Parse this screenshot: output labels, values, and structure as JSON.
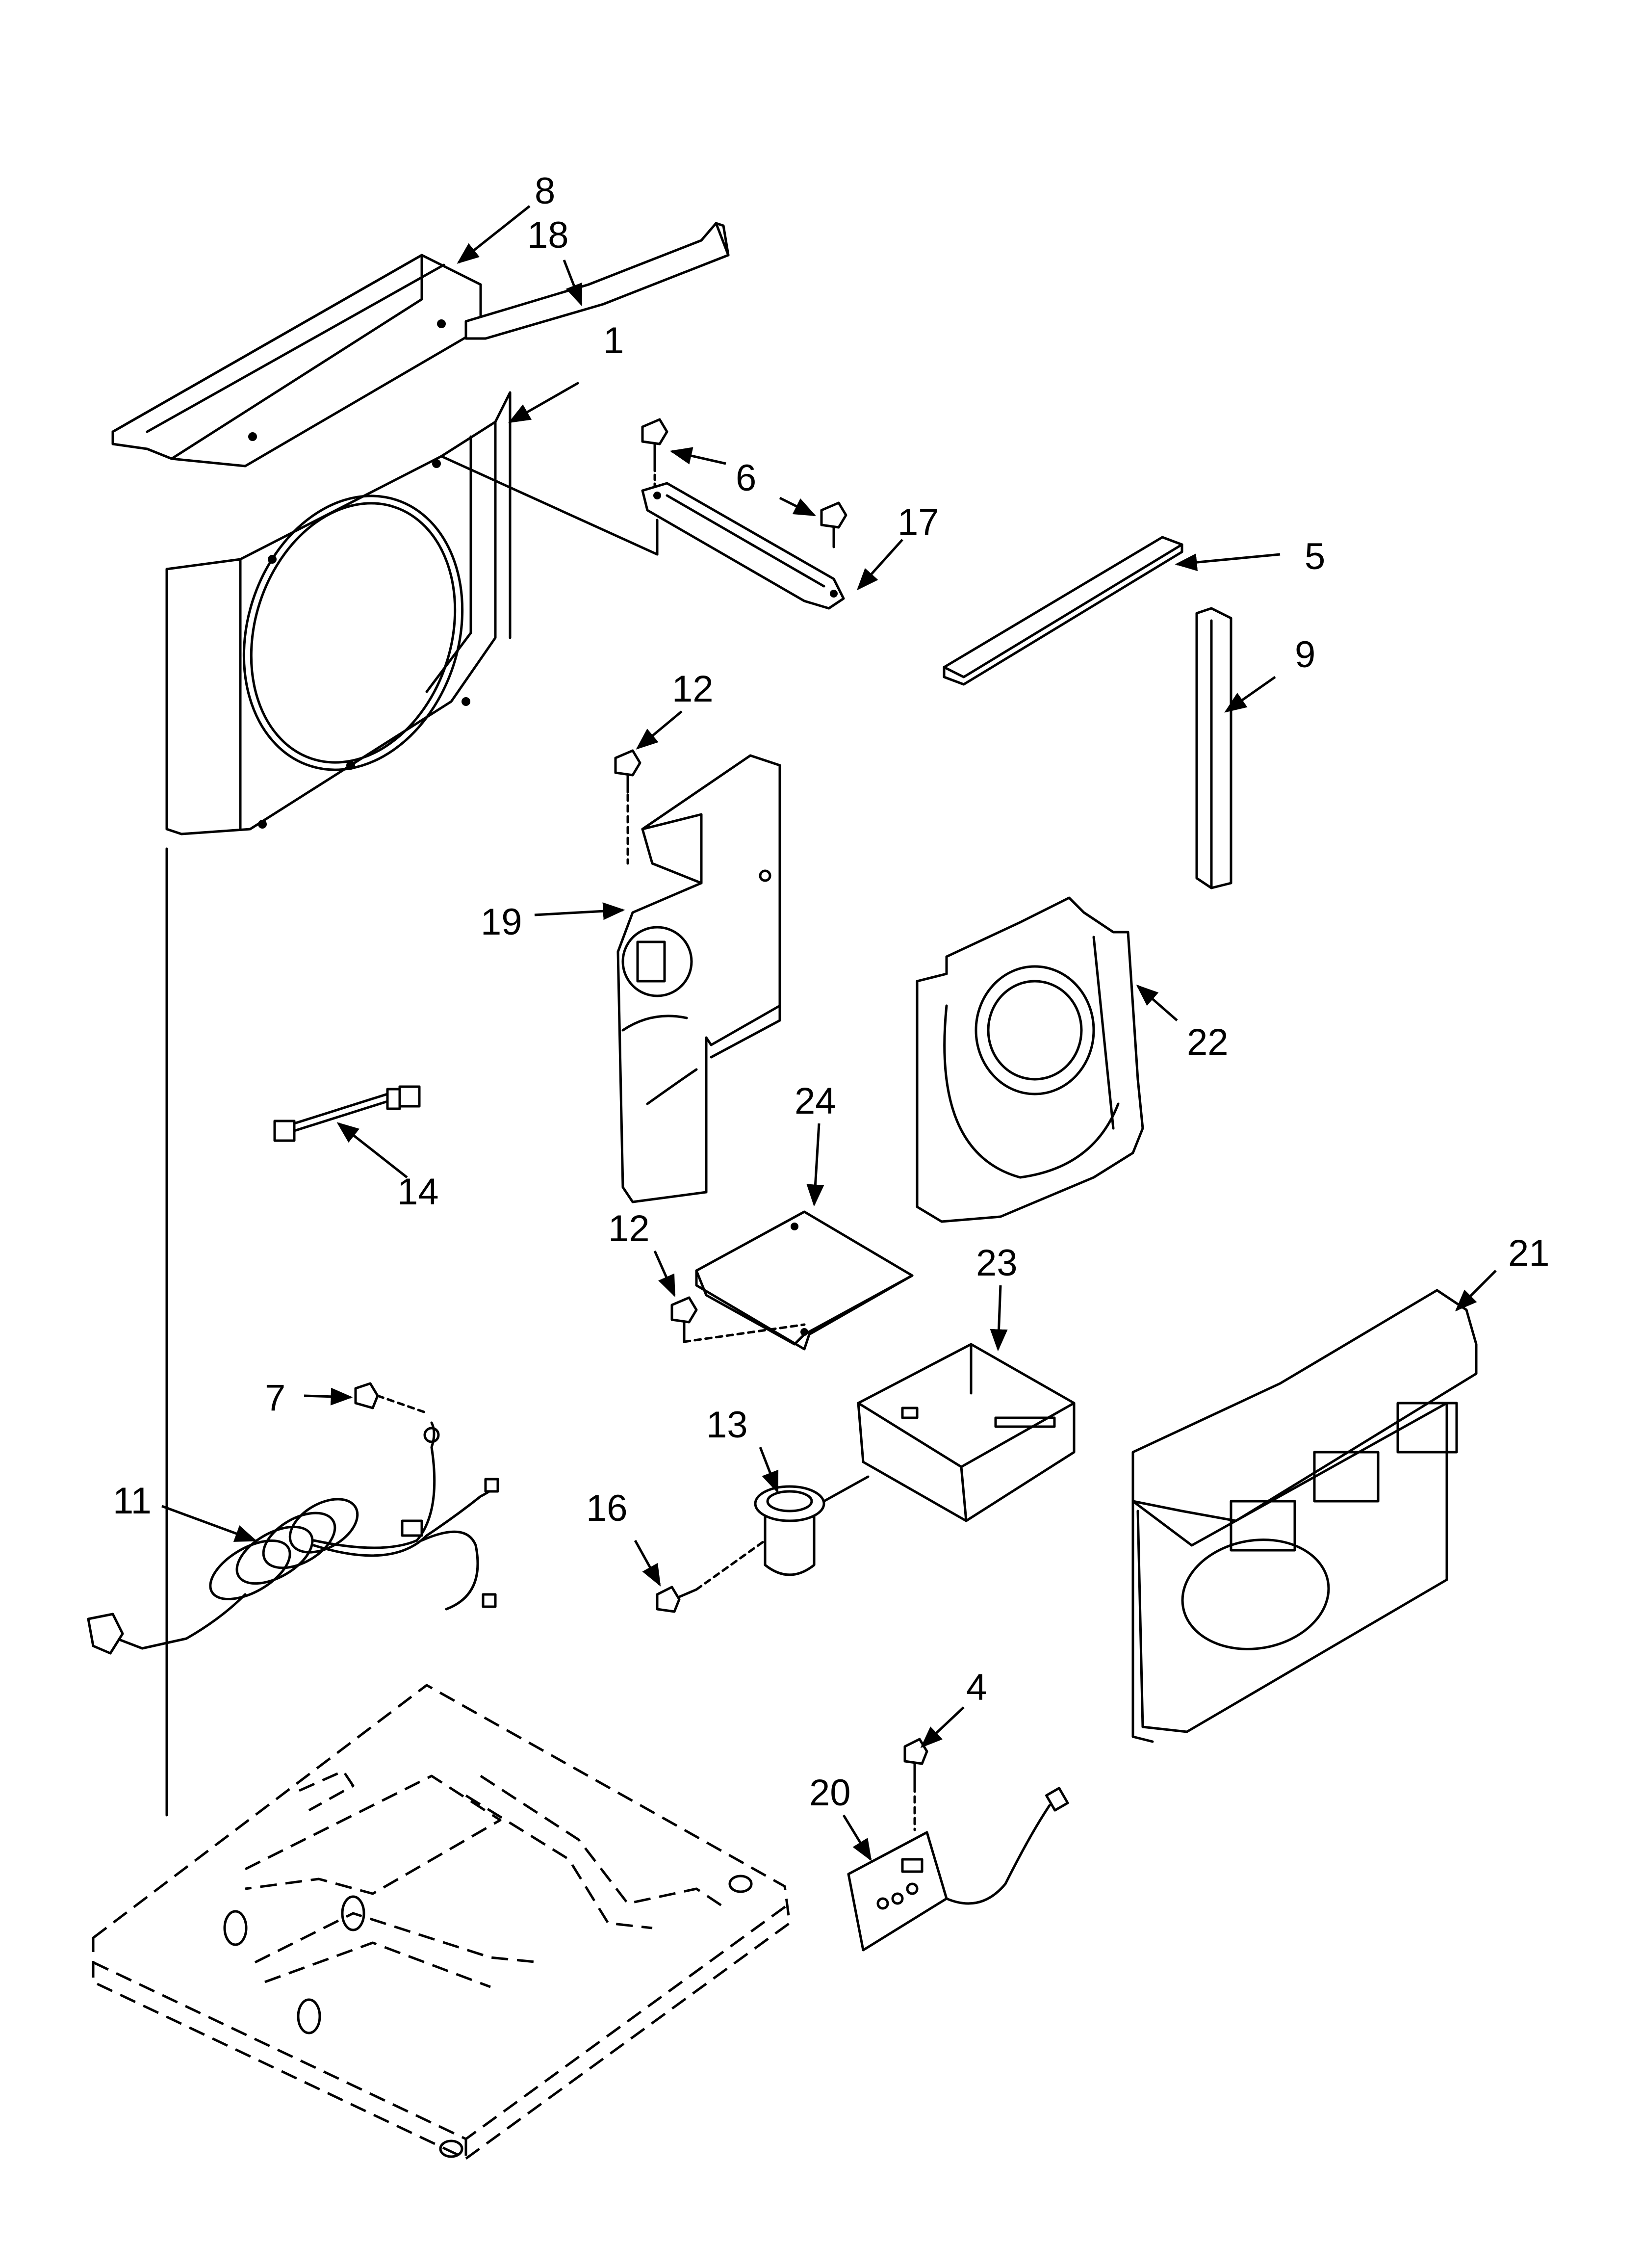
{
  "callouts": [
    {
      "id": "8",
      "text": "8"
    },
    {
      "id": "18",
      "text": "18"
    },
    {
      "id": "1",
      "text": "1"
    },
    {
      "id": "6",
      "text": "6"
    },
    {
      "id": "17",
      "text": "17"
    },
    {
      "id": "5",
      "text": "5"
    },
    {
      "id": "9",
      "text": "9"
    },
    {
      "id": "12a",
      "text": "12"
    },
    {
      "id": "19",
      "text": "19"
    },
    {
      "id": "22",
      "text": "22"
    },
    {
      "id": "14",
      "text": "14"
    },
    {
      "id": "24",
      "text": "24"
    },
    {
      "id": "12b",
      "text": "12"
    },
    {
      "id": "23",
      "text": "23"
    },
    {
      "id": "21",
      "text": "21"
    },
    {
      "id": "7",
      "text": "7"
    },
    {
      "id": "13",
      "text": "13"
    },
    {
      "id": "11",
      "text": "11"
    },
    {
      "id": "16",
      "text": "16"
    },
    {
      "id": "4",
      "text": "4"
    },
    {
      "id": "20",
      "text": "20"
    }
  ]
}
